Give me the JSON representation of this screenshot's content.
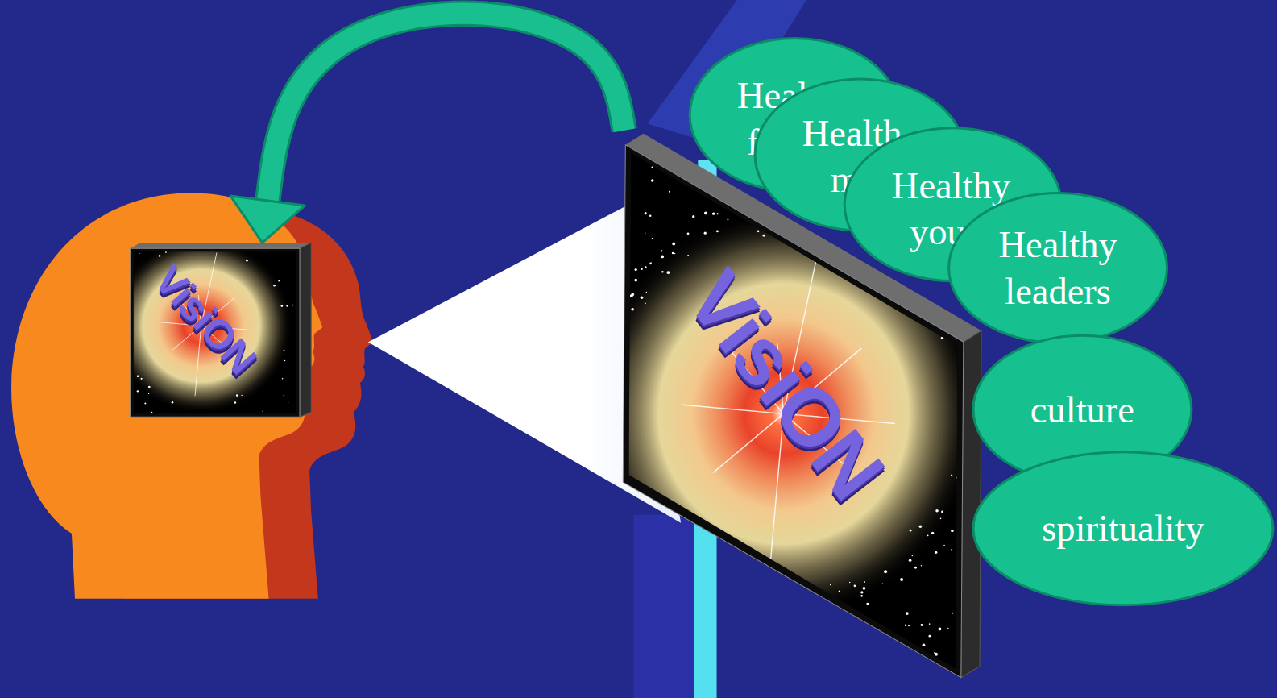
{
  "diagram": {
    "nodes": [
      {
        "text": [
          "VisiON"
        ]
      },
      {
        "text": [
          "VisiON"
        ]
      },
      {
        "text": [
          "Heal f"
        ]
      },
      {
        "text": [
          "Health m"
        ]
      },
      {
        "text": [
          "Healthy you"
        ]
      },
      {
        "text": [
          "Healthy leaders"
        ]
      },
      {
        "text": [
          "culture"
        ]
      },
      {
        "text": [
          "spirituality"
        ]
      }
    ],
    "edges": [
      {
        "from": 1,
        "to": 0,
        "arrow": "to"
      }
    ]
  }
}
